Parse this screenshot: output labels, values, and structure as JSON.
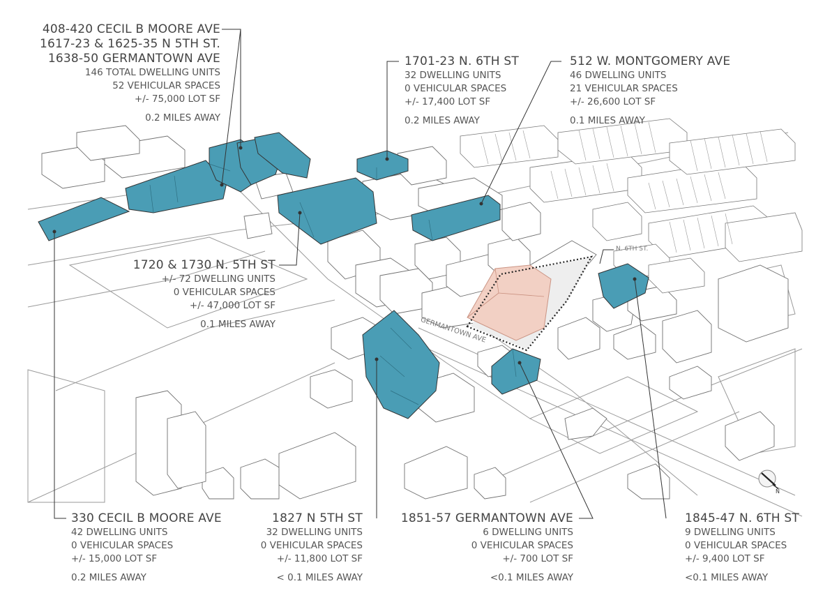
{
  "sites": {
    "cecil_moore_408": {
      "title_lines": [
        "408-420 CECIL B MOORE AVE",
        "1617-23 & 1625-35 N 5TH ST.",
        "1638-50 GERMANTOWN AVE"
      ],
      "details": [
        "146 TOTAL DWELLING UNITS",
        "52 VEHICULAR SPACES",
        "+/- 75,000 LOT SF"
      ],
      "distance": "0.2 MILES AWAY"
    },
    "n6th_1701": {
      "title": "1701-23 N. 6TH ST",
      "details": [
        "32 DWELLING UNITS",
        "0 VEHICULAR SPACES",
        "+/- 17,400 LOT SF"
      ],
      "distance": "0.2 MILES AWAY"
    },
    "montgomery_512": {
      "title": "512 W. MONTGOMERY AVE",
      "details": [
        "46 DWELLING UNITS",
        "21 VEHICULAR SPACES",
        "+/- 26,600 LOT SF"
      ],
      "distance": "0.1 MILES AWAY"
    },
    "n5th_1720": {
      "title": "1720 & 1730 N. 5TH ST",
      "details": [
        "+/- 72 DWELLING UNITS",
        "0 VEHICULAR SPACES",
        "+/- 47,000 LOT SF"
      ],
      "distance": "0.1 MILES AWAY"
    },
    "cecil_moore_330": {
      "title": "330 CECIL B MOORE AVE",
      "details": [
        "42 DWELLING UNITS",
        "0 VEHICULAR SPACES",
        "+/- 15,000 LOT SF"
      ],
      "distance": "0.2 MILES AWAY"
    },
    "n5th_1827": {
      "title": "1827 N 5TH ST",
      "details": [
        "32 DWELLING UNITS",
        "0 VEHICULAR SPACES",
        "+/- 11,800 LOT SF"
      ],
      "distance": "< 0.1 MILES AWAY"
    },
    "germantown_1851": {
      "title": "1851-57 GERMANTOWN AVE",
      "details": [
        "6 DWELLING UNITS",
        "0 VEHICULAR SPACES",
        "+/- 700 LOT SF"
      ],
      "distance": "<0.1 MILES AWAY"
    },
    "n6th_1845": {
      "title": "1845-47 N. 6TH ST",
      "details": [
        "9 DWELLING UNITS",
        "0 VEHICULAR SPACES",
        "+/- 9,400 LOT SF"
      ],
      "distance": "<0.1 MILES AWAY"
    }
  },
  "streets": {
    "germantown": "GERMANTOWN AVE",
    "n6th": "N. 6TH ST."
  },
  "colors": {
    "highlight": "#4a9db5",
    "subject_site": "#f3cfc2",
    "outline": "#555555"
  }
}
